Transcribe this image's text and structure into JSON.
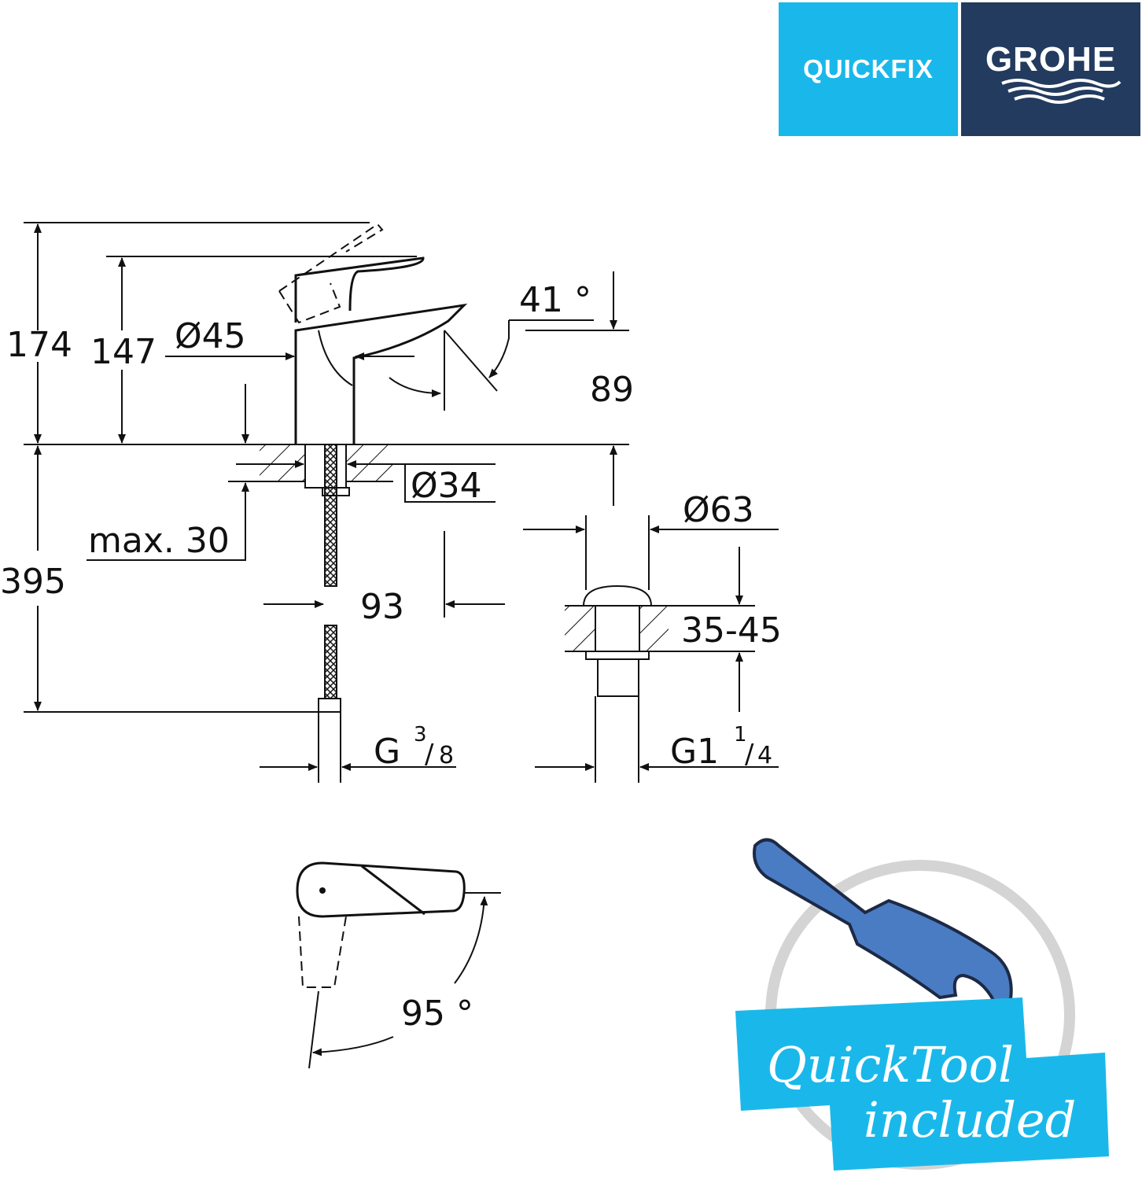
{
  "logo": {
    "quickfix": "QUICKFIX",
    "brand": "GROHE"
  },
  "dimensions": {
    "total_height": "174",
    "spout_height": "147",
    "body_diameter": "Ø45",
    "spout_angle": "41 °",
    "spout_clearance": "89",
    "shank_diameter": "Ø34",
    "max_deck": "max. 30",
    "hose_length": "395",
    "center_distance": "93",
    "drain_diameter": "Ø63",
    "drain_range": "35-45",
    "connection_g": "G",
    "connection_num": "3",
    "connection_den": "8",
    "drain_g": "G1",
    "drain_num": "1",
    "drain_den": "4",
    "lever_rotation": "95 °"
  },
  "badge": {
    "line1": "QuickTool",
    "line2": "included"
  },
  "colors": {
    "quickfix": "#1ab8ea",
    "grohe": "#223b5e",
    "tool": "#4a7cc4"
  }
}
